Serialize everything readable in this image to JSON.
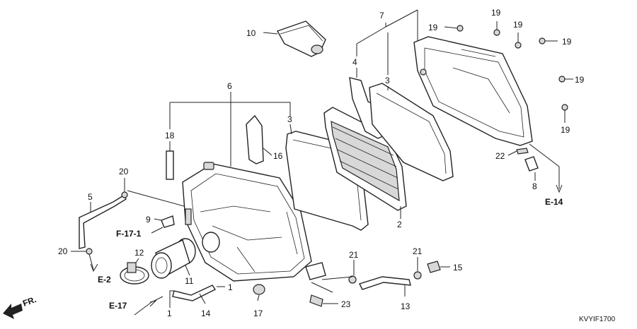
{
  "callouts": {
    "c1a": "1",
    "c1b": "1",
    "c2": "2",
    "c3a": "3",
    "c3b": "3",
    "c4": "4",
    "c5": "5",
    "c6": "6",
    "c7": "7",
    "c8": "8",
    "c9": "9",
    "c10": "10",
    "c11": "11",
    "c12": "12",
    "c13": "13",
    "c14": "14",
    "c15": "15",
    "c16": "16",
    "c17": "17",
    "c18": "18",
    "c19a": "19",
    "c19b": "19",
    "c19c": "19",
    "c19d": "19",
    "c19e": "19",
    "c19f": "19",
    "c20a": "20",
    "c20b": "20",
    "c21a": "21",
    "c21b": "21",
    "c22": "22",
    "c23": "23"
  },
  "refs": {
    "e2": "E-2",
    "e14": "E-14",
    "e17": "E-17",
    "f17_1": "F-17-1"
  },
  "direction": {
    "fr": "FR."
  },
  "drawing_code": "KVYIF1700"
}
